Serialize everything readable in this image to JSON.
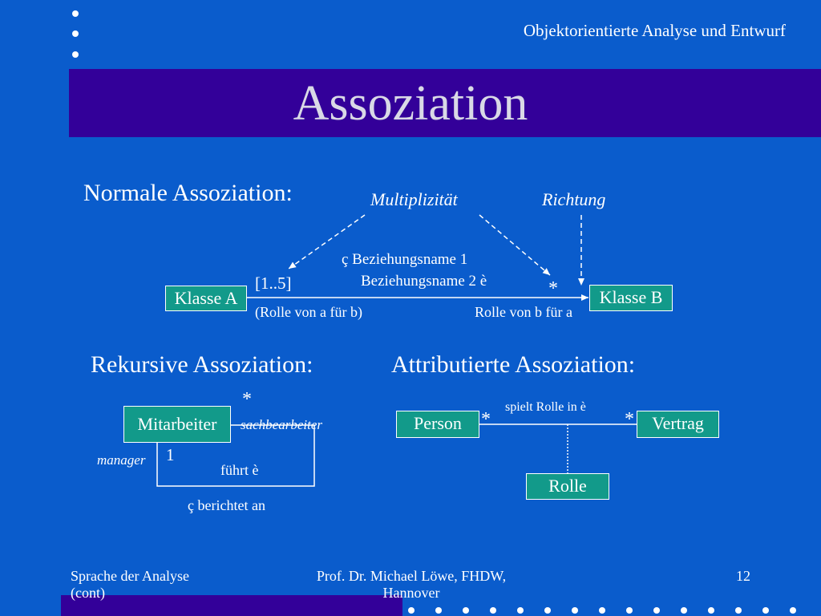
{
  "header": {
    "course": "Objektorientierte Analyse und Entwurf"
  },
  "title": "Assoziation",
  "normal": {
    "heading": "Normale Assoziation:",
    "multiplicity_note": "Multiplizität",
    "direction_note": "Richtung",
    "assoc_name_1": "ç Beziehungsname 1",
    "assoc_name_2": "Beziehungsname 2 è",
    "class_a": "Klasse A",
    "class_b": "Klasse B",
    "mult_a": "[1..5]",
    "mult_b": "*",
    "role_a": "(Rolle von a für b)",
    "role_b": "Rolle von b für a"
  },
  "recursive": {
    "heading": "Rekursive Assoziation:",
    "class": "Mitarbeiter",
    "mult_top": "*",
    "role_top": "sachbearbeiter",
    "role_left": "manager",
    "mult_left": "1",
    "name_forward": "führt è",
    "name_backward": "ç berichtet an"
  },
  "attributed": {
    "heading": "Attributierte Assoziation:",
    "class_left": "Person",
    "class_right": "Vertrag",
    "class_assoc": "Rolle",
    "name": "spielt Rolle in è",
    "mult_left": "*",
    "mult_right": "*"
  },
  "footer": {
    "left": "Sprache der Analyse (cont)",
    "center": "Prof. Dr. Michael Löwe, FHDW, Hannover",
    "page": "12"
  }
}
